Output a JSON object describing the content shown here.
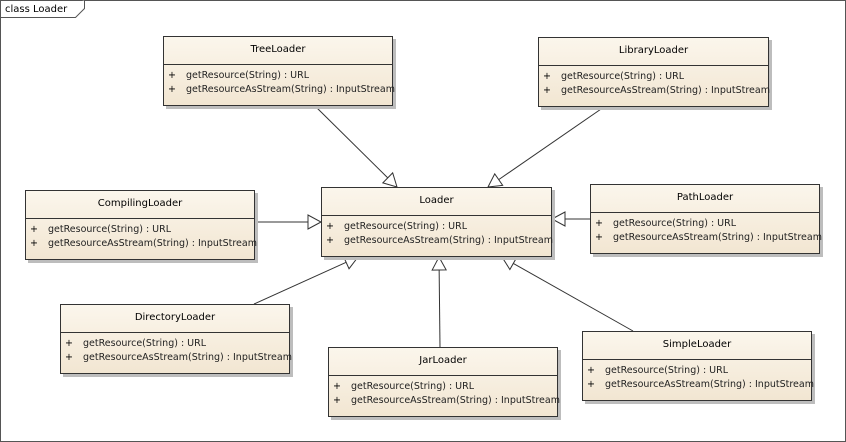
{
  "frame": {
    "label": "class Loader"
  },
  "classes": [
    {
      "id": "loader",
      "name": "Loader",
      "operations": [
        {
          "visibility": "+",
          "signature": "getResource(String) : URL"
        },
        {
          "visibility": "+",
          "signature": "getResourceAsStream(String) : InputStream"
        }
      ]
    },
    {
      "id": "tree",
      "name": "TreeLoader",
      "operations": [
        {
          "visibility": "+",
          "signature": "getResource(String) : URL"
        },
        {
          "visibility": "+",
          "signature": "getResourceAsStream(String) : InputStream"
        }
      ]
    },
    {
      "id": "library",
      "name": "LibraryLoader",
      "operations": [
        {
          "visibility": "+",
          "signature": "getResource(String) : URL"
        },
        {
          "visibility": "+",
          "signature": "getResourceAsStream(String) : InputStream"
        }
      ]
    },
    {
      "id": "compiling",
      "name": "CompilingLoader",
      "operations": [
        {
          "visibility": "+",
          "signature": "getResource(String) : URL"
        },
        {
          "visibility": "+",
          "signature": "getResourceAsStream(String) : InputStream"
        }
      ]
    },
    {
      "id": "path",
      "name": "PathLoader",
      "operations": [
        {
          "visibility": "+",
          "signature": "getResource(String) : URL"
        },
        {
          "visibility": "+",
          "signature": "getResourceAsStream(String) : InputStream"
        }
      ]
    },
    {
      "id": "directory",
      "name": "DirectoryLoader",
      "operations": [
        {
          "visibility": "+",
          "signature": "getResource(String) : URL"
        },
        {
          "visibility": "+",
          "signature": "getResourceAsStream(String) : InputStream"
        }
      ]
    },
    {
      "id": "jar",
      "name": "JarLoader",
      "operations": [
        {
          "visibility": "+",
          "signature": "getResource(String) : URL"
        },
        {
          "visibility": "+",
          "signature": "getResourceAsStream(String) : InputStream"
        }
      ]
    },
    {
      "id": "simple",
      "name": "SimpleLoader",
      "operations": [
        {
          "visibility": "+",
          "signature": "getResource(String) : URL"
        },
        {
          "visibility": "+",
          "signature": "getResourceAsStream(String) : InputStream"
        }
      ]
    }
  ],
  "generalizations": [
    {
      "from": "tree",
      "to": "loader"
    },
    {
      "from": "library",
      "to": "loader"
    },
    {
      "from": "compiling",
      "to": "loader"
    },
    {
      "from": "path",
      "to": "loader"
    },
    {
      "from": "directory",
      "to": "loader"
    },
    {
      "from": "jar",
      "to": "loader"
    },
    {
      "from": "simple",
      "to": "loader"
    }
  ]
}
